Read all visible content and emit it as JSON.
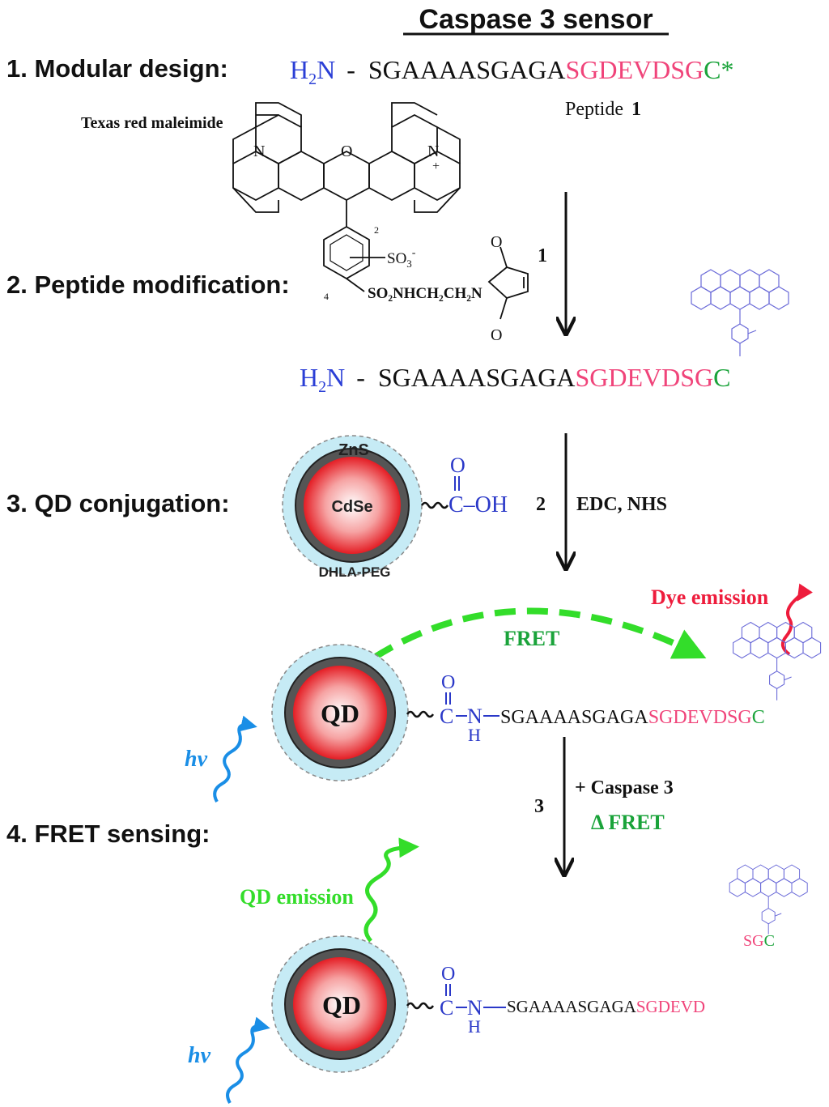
{
  "title": "Caspase 3 sensor",
  "colors": {
    "n_terminus": "#2b3fd6",
    "cleavage_site": "#f0447a",
    "cysteine": "#1aa33a",
    "dye": "#6a6ad8",
    "fret": "#33dd2a",
    "dye_emission": "#ee1c3c",
    "light": "#1a8ee6",
    "shell_halo": "#c6ebf5",
    "shell_ring": "#4a4a4a",
    "core": "#e8202a",
    "chem": "#2a38c8"
  },
  "steps": {
    "s1": "1. Modular design:",
    "s2": "2. Peptide modification:",
    "s3": "3. QD conjugation:",
    "s4": "4. FRET sensing:"
  },
  "peptide": {
    "n_term": "H",
    "n_term_sub": "2",
    "n_term_n": "N",
    "dash": "-",
    "linker": "SGAAAASGAGA",
    "site": "SGDEVDSG",
    "cys": "C",
    "cys_star": "C*",
    "caption_prefix": "Peptide",
    "caption_num": "1",
    "cleaved_site": "SGDEVD",
    "fragment_sg": "SG"
  },
  "texas_red": {
    "label": "Texas red maleimide",
    "pos2": "2",
    "pos4": "4",
    "so3": "SO",
    "so3_sub": "3",
    "so3_sup": "-",
    "linker_text": "SO₂NHCH₂CH₂N",
    "o": "O",
    "n": "N",
    "nplus": "+"
  },
  "qd": {
    "shell_label": "ZnS",
    "core_label": "CdSe",
    "ligand_label": "DHLA-PEG",
    "qd_label": "QD",
    "cooh": "C–OH",
    "o": "O",
    "amide_c": "C",
    "amide_n": "N",
    "amide_h": "H"
  },
  "arrows": {
    "a1": "1",
    "a2": "2",
    "a2_reagents": "EDC, NHS",
    "a3": "3",
    "a3_enzyme": "+ Caspase 3",
    "a3_effect": "Δ FRET"
  },
  "labels": {
    "fret": "FRET",
    "dye_emission": "Dye emission",
    "qd_emission": "QD emission",
    "hv": "hv"
  }
}
